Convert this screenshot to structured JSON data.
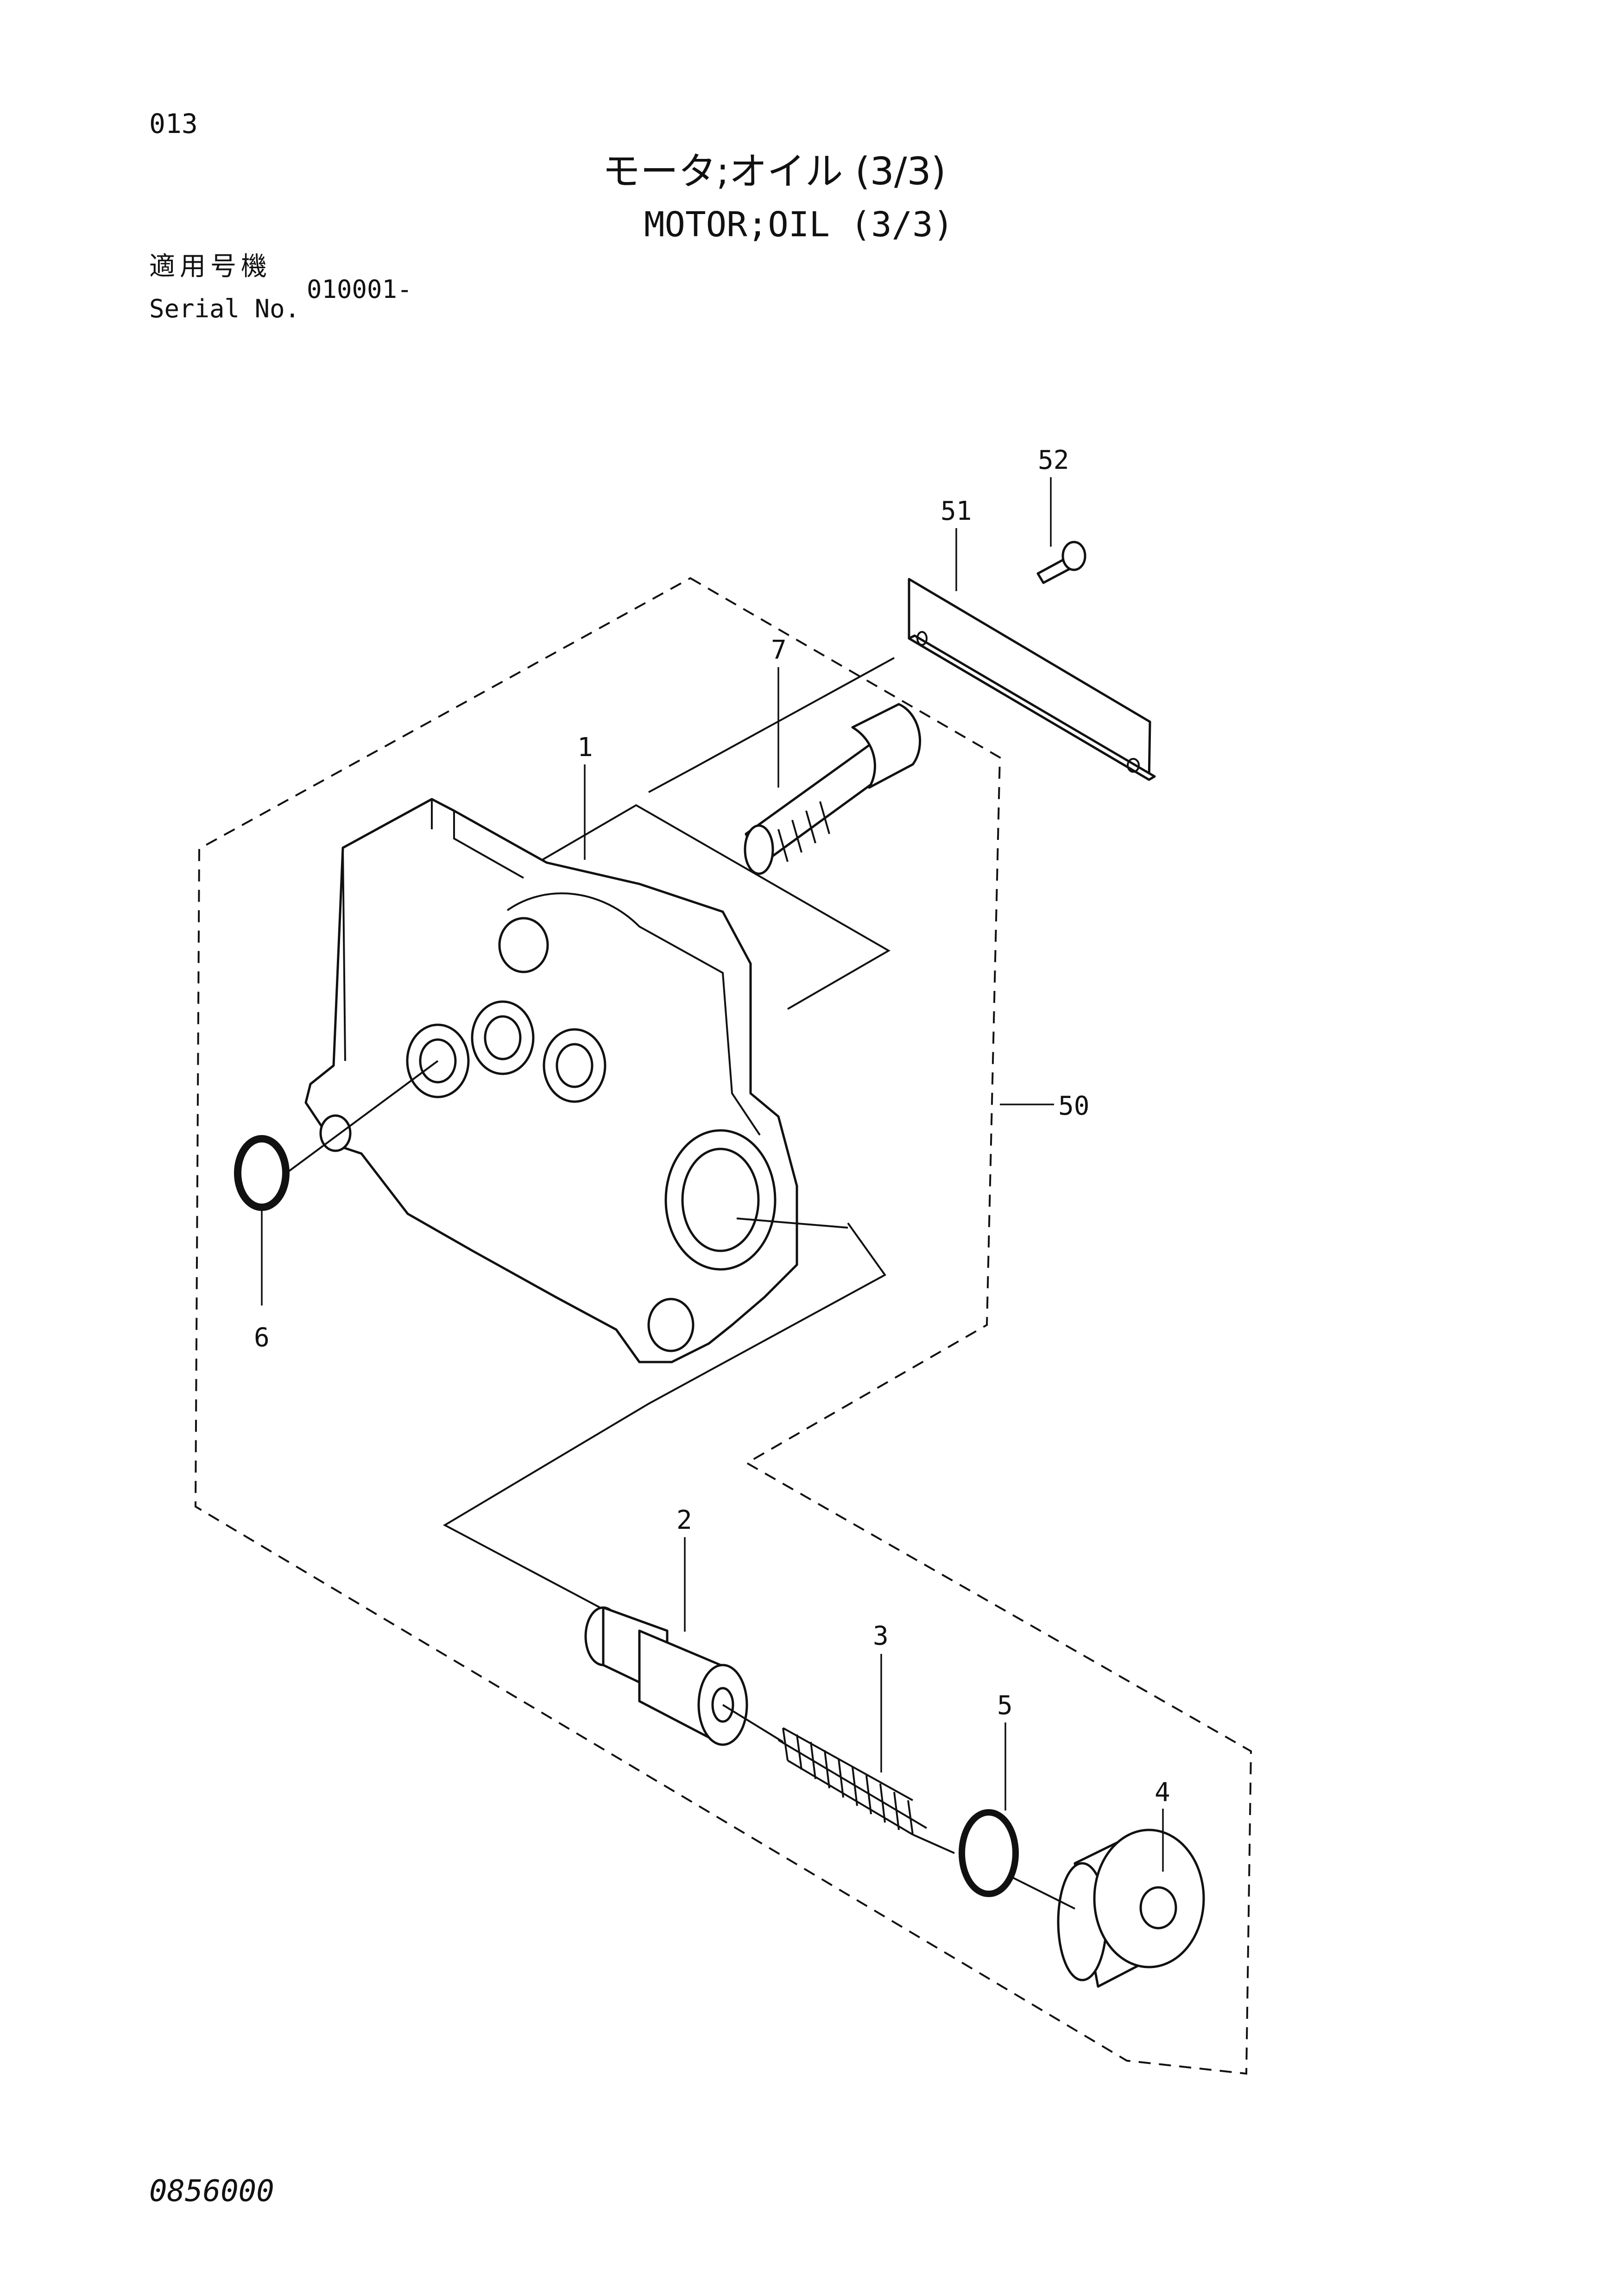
{
  "header": {
    "page_number": "013",
    "title_ja": "モータ;オイル (3/3)",
    "title_en": "MOTOR;OIL (3/3)",
    "serial_label_ja": "適用号機",
    "serial_label_en": "Serial No.",
    "serial_value": "010001-"
  },
  "diagram": {
    "callouts": [
      "52",
      "51",
      "7",
      "1",
      "50",
      "6",
      "2",
      "3",
      "5",
      "4"
    ]
  },
  "footer": {
    "doc_code": "0856000"
  }
}
